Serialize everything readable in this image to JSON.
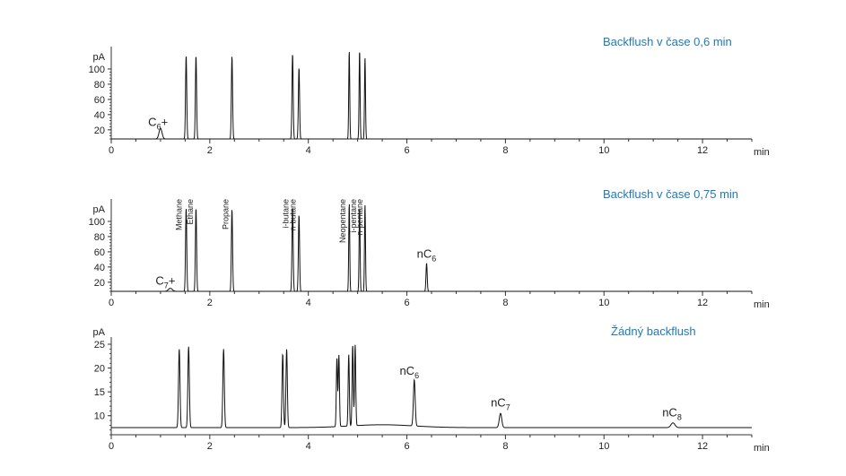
{
  "chart_data": [
    {
      "type": "line",
      "title": "Backflush v čase 0,6 min",
      "xlabel": "min",
      "ylabel": "pA",
      "xlim": [
        0,
        13.0
      ],
      "ylim": [
        8,
        120
      ],
      "x_ticks": [
        "0",
        "2",
        "4",
        "6",
        "8",
        "10",
        "12"
      ],
      "y_ticks": [
        "20",
        "40",
        "60",
        "80",
        "100"
      ],
      "y_tick_values": [
        20,
        40,
        60,
        80,
        100
      ],
      "baseline": 8,
      "peaks": [
        {
          "t": 1.0,
          "h": 22,
          "w": 0.03
        },
        {
          "t": 1.52,
          "h": 118,
          "w": 0.012
        },
        {
          "t": 1.72,
          "h": 118,
          "w": 0.012
        },
        {
          "t": 2.45,
          "h": 117,
          "w": 0.012
        },
        {
          "t": 3.68,
          "h": 120,
          "w": 0.012
        },
        {
          "t": 3.81,
          "h": 102,
          "w": 0.012
        },
        {
          "t": 4.83,
          "h": 124,
          "w": 0.01
        },
        {
          "t": 5.04,
          "h": 125,
          "w": 0.01
        },
        {
          "t": 5.15,
          "h": 115,
          "w": 0.01
        }
      ],
      "labels": [
        {
          "base": "C",
          "sub": "6",
          "suffix": "+",
          "t": 0.95,
          "y": 25
        }
      ],
      "components": []
    },
    {
      "type": "line",
      "title": "Backflush v čase 0,75 min",
      "xlabel": "min",
      "ylabel": "pA",
      "xlim": [
        0,
        13.0
      ],
      "ylim": [
        8,
        120
      ],
      "x_ticks": [
        "0",
        "2",
        "4",
        "6",
        "8",
        "10",
        "12"
      ],
      "y_ticks": [
        "20",
        "40",
        "60",
        "80",
        "100"
      ],
      "y_tick_values": [
        20,
        40,
        60,
        80,
        100
      ],
      "baseline": 8,
      "peaks": [
        {
          "t": 1.2,
          "h": 12,
          "w": 0.04
        },
        {
          "t": 1.52,
          "h": 118,
          "w": 0.012
        },
        {
          "t": 1.72,
          "h": 118,
          "w": 0.012
        },
        {
          "t": 2.45,
          "h": 116,
          "w": 0.012
        },
        {
          "t": 3.68,
          "h": 119,
          "w": 0.012
        },
        {
          "t": 3.81,
          "h": 109,
          "w": 0.012
        },
        {
          "t": 4.83,
          "h": 124,
          "w": 0.01
        },
        {
          "t": 5.04,
          "h": 119,
          "w": 0.01
        },
        {
          "t": 5.15,
          "h": 122,
          "w": 0.01
        },
        {
          "t": 6.4,
          "h": 45,
          "w": 0.012
        }
      ],
      "labels": [
        {
          "base": "C",
          "sub": "7",
          "suffix": "+",
          "t": 1.1,
          "y": 17
        },
        {
          "base": "nC",
          "sub": "6",
          "suffix": "",
          "t": 6.4,
          "y": 52
        }
      ],
      "components": [
        {
          "name": "Methane",
          "t": 1.43
        },
        {
          "name": "Ethane",
          "t": 1.66
        },
        {
          "name": "Propane",
          "t": 2.38
        },
        {
          "name": "i-butane",
          "t": 3.6
        },
        {
          "name": "n-butane",
          "t": 3.74
        },
        {
          "name": "Neopentane",
          "t": 4.75
        },
        {
          "name": "i-pentane",
          "t": 4.97
        },
        {
          "name": "n-pentane",
          "t": 5.1
        }
      ]
    },
    {
      "type": "line",
      "title": "Žádný backflush",
      "xlabel": "min",
      "ylabel": "pA",
      "xlim": [
        0,
        13.0
      ],
      "ylim": [
        6,
        25
      ],
      "x_ticks": [
        "0",
        "2",
        "4",
        "6",
        "8",
        "10",
        "12"
      ],
      "y_ticks": [
        "10",
        "15",
        "20",
        "25"
      ],
      "y_tick_values": [
        10,
        15,
        20,
        25
      ],
      "baseline": 7.5,
      "peaks": [
        {
          "t": 1.38,
          "h": 24,
          "w": 0.015
        },
        {
          "t": 1.57,
          "h": 24.5,
          "w": 0.015
        },
        {
          "t": 2.28,
          "h": 24,
          "w": 0.015
        },
        {
          "t": 3.48,
          "h": 23,
          "w": 0.014
        },
        {
          "t": 3.56,
          "h": 24,
          "w": 0.014
        },
        {
          "t": 4.58,
          "h": 22,
          "w": 0.012
        },
        {
          "t": 4.62,
          "h": 22.5,
          "w": 0.012
        },
        {
          "t": 4.82,
          "h": 22.5,
          "w": 0.012
        },
        {
          "t": 4.9,
          "h": 24.5,
          "w": 0.012
        },
        {
          "t": 4.95,
          "h": 24.5,
          "w": 0.012
        },
        {
          "t": 6.15,
          "h": 17.2,
          "w": 0.018
        },
        {
          "t": 7.9,
          "h": 10.5,
          "w": 0.025
        },
        {
          "t": 11.4,
          "h": 8.5,
          "w": 0.04
        }
      ],
      "labels": [
        {
          "base": "nC",
          "sub": "6",
          "suffix": "",
          "t": 6.05,
          "y": 18.6
        },
        {
          "base": "nC",
          "sub": "7",
          "suffix": "",
          "t": 7.9,
          "y": 11.9
        },
        {
          "base": "nC",
          "sub": "8",
          "suffix": "",
          "t": 11.38,
          "y": 9.9
        }
      ],
      "components": []
    }
  ]
}
